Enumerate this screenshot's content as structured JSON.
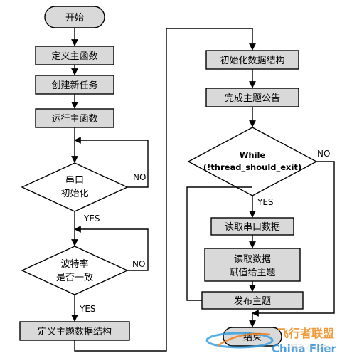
{
  "nodes": {
    "start": "开始",
    "define_main": "定义主函数",
    "create_task": "创建新任务",
    "run_main": "运行主函数",
    "serial_init_line1": "串口",
    "serial_init_line2": "初始化",
    "baud_line1": "波特率",
    "baud_line2": "是否一致",
    "define_struct": "定义主题数据结构",
    "init_struct": "初始化数据结构",
    "announce": "完成主题公告",
    "while_line1": "While",
    "while_line2": "(!thread_should_exit)",
    "read_serial": "读取串口数据",
    "read_data_line1": "读取数据",
    "read_data_line2": "赋值给主题",
    "publish": "发布主题",
    "end": "结束"
  },
  "branch_labels": {
    "no1": "NO",
    "yes1": "YES",
    "no2": "NO",
    "yes2": "YES",
    "while_no": "NO",
    "while_yes": "YES"
  },
  "watermark": {
    "cn": "飞行者联盟",
    "en": "China Flier",
    "user": "知乎 @123"
  }
}
